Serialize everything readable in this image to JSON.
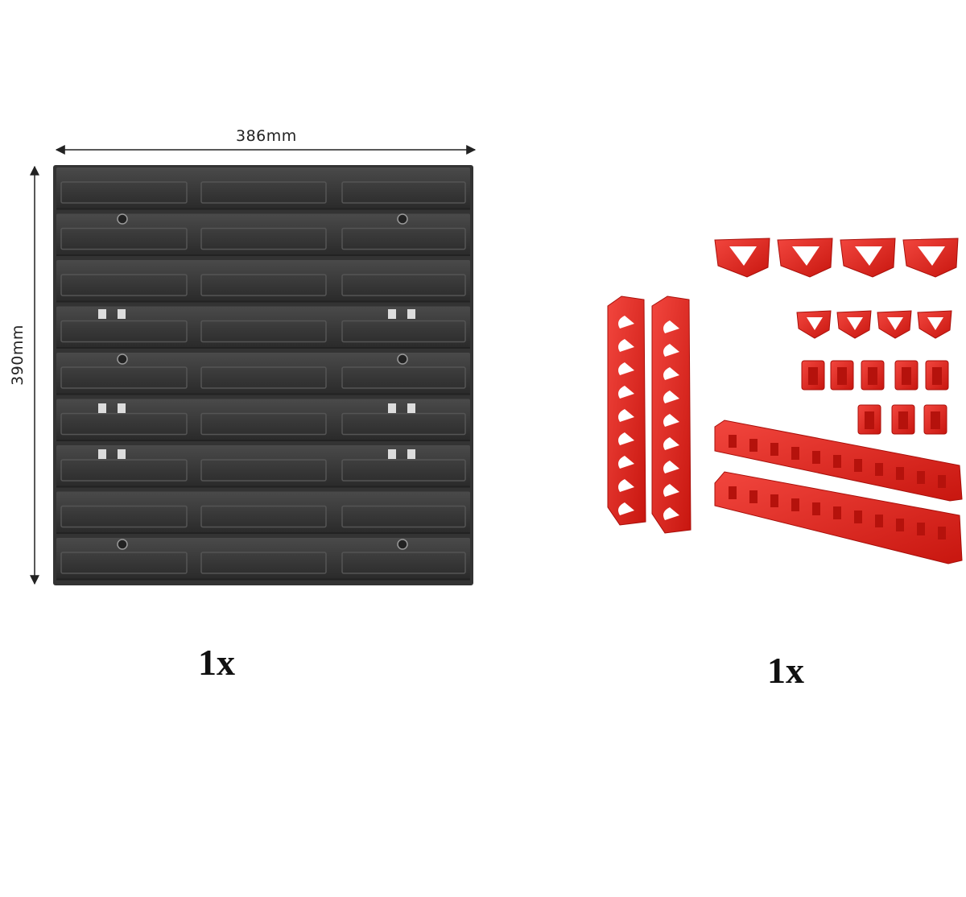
{
  "panel": {
    "width_label": "386mm",
    "height_label": "390mm",
    "quantity": "1x",
    "color": "#3a3a3a"
  },
  "accessories": {
    "quantity": "1x",
    "color": "#e8231c"
  }
}
